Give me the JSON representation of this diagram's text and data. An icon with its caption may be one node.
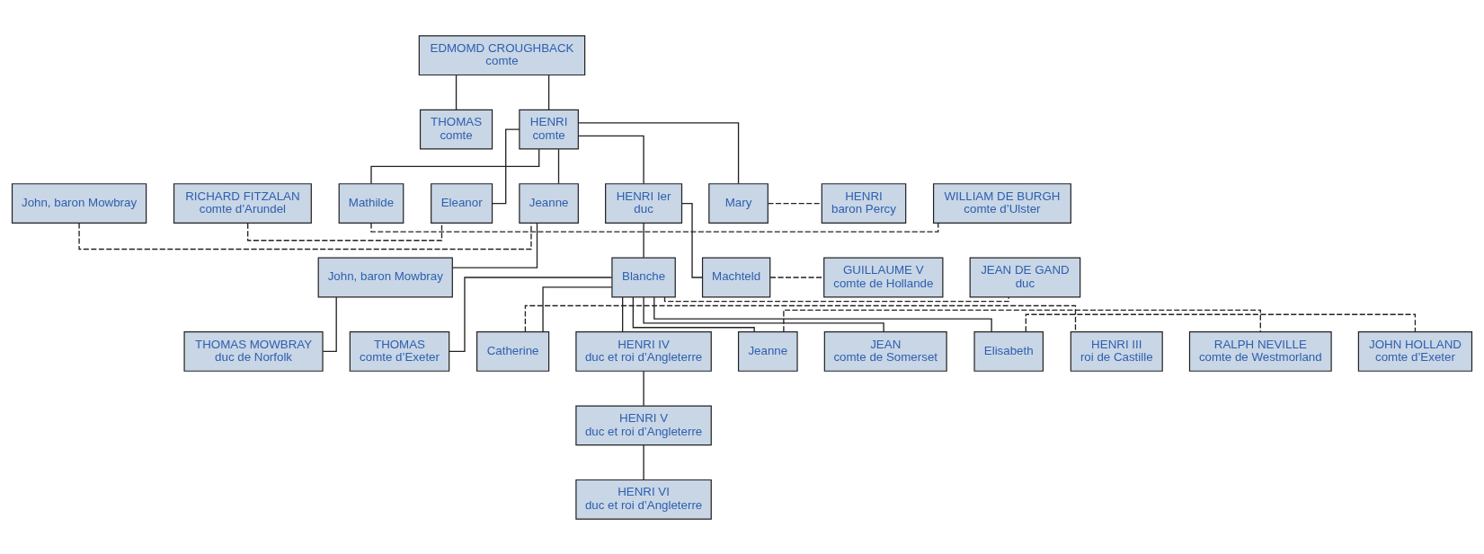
{
  "diagram": {
    "nodes": [
      {
        "text": [
          "EDMOMD CROUGHBACK",
          "comte"
        ]
      },
      {
        "text": [
          "THOMAS",
          "comte"
        ]
      },
      {
        "text": [
          "HENRI",
          "comte"
        ]
      },
      {
        "text": [
          "RICHARD FITZALAN",
          "comte d’Arundel"
        ]
      },
      {
        "text": [
          "Eleanor"
        ]
      },
      {
        "text": [
          "John, baron Mowbray"
        ]
      },
      {
        "text": [
          "Jeanne"
        ]
      },
      {
        "text": [
          "HENRI Ier",
          "duc"
        ]
      },
      {
        "text": [
          "Mathilde"
        ]
      },
      {
        "text": [
          "WILLIAM DE BURGH",
          "comte d’Ulster"
        ]
      },
      {
        "text": [
          "Mary"
        ]
      },
      {
        "text": [
          "HENRI",
          "baron Percy"
        ]
      },
      {
        "text": [
          "John, baron Mowbray"
        ]
      },
      {
        "text": [
          "Blanche"
        ]
      },
      {
        "text": [
          "JEAN DE GAND",
          "duc"
        ]
      },
      {
        "text": [
          "Machteld"
        ]
      },
      {
        "text": [
          "GUILLAUME V",
          "comte de Hollande"
        ]
      },
      {
        "text": [
          "THOMAS MOWBRAY",
          "duc de Norfolk"
        ]
      },
      {
        "text": [
          "THOMAS",
          "comte d’Exeter"
        ]
      },
      {
        "text": [
          "HENRI IV",
          "duc et roi d’Angleterre"
        ]
      },
      {
        "text": [
          "JEAN",
          "comte de Somerset"
        ]
      },
      {
        "text": [
          "Elisabeth"
        ]
      },
      {
        "text": [
          "JOHN HOLLAND",
          "comte d’Exeter"
        ]
      },
      {
        "text": [
          "Catherine"
        ]
      },
      {
        "text": [
          "HENRI III",
          "roi de Castille"
        ]
      },
      {
        "text": [
          "Jeanne"
        ]
      },
      {
        "text": [
          "RALPH NEVILLE",
          "comte de Westmorland"
        ]
      },
      {
        "text": [
          "HENRI V",
          "duc et roi d’Angleterre"
        ]
      },
      {
        "text": [
          "HENRI VI",
          "duc et roi d’Angleterre"
        ]
      }
    ],
    "edges": [
      {
        "from": 0,
        "to": 1,
        "arrow": "none"
      },
      {
        "from": 0,
        "to": 2,
        "arrow": "none"
      },
      {
        "from": 2,
        "to": 4,
        "arrow": "none"
      },
      {
        "from": 2,
        "to": 6,
        "arrow": "none"
      },
      {
        "from": 2,
        "to": 7,
        "arrow": "none"
      },
      {
        "from": 2,
        "to": 8,
        "arrow": "none"
      },
      {
        "from": 2,
        "to": 10,
        "arrow": "none"
      },
      {
        "from": 3,
        "to": 4,
        "arrow": "none",
        "style": "dashed"
      },
      {
        "from": 5,
        "to": 6,
        "arrow": "none",
        "style": "dashed"
      },
      {
        "from": 8,
        "to": 9,
        "arrow": "none",
        "style": "dashed"
      },
      {
        "from": 10,
        "to": 11,
        "arrow": "none",
        "style": "dashed"
      },
      {
        "from": 6,
        "to": 12,
        "arrow": "none"
      },
      {
        "from": 7,
        "to": 13,
        "arrow": "none"
      },
      {
        "from": 7,
        "to": 15,
        "arrow": "none"
      },
      {
        "from": 13,
        "to": 14,
        "arrow": "none",
        "style": "dashed"
      },
      {
        "from": 15,
        "to": 16,
        "arrow": "none",
        "style": "dashed"
      },
      {
        "from": 12,
        "to": 17,
        "arrow": "none"
      },
      {
        "from": 13,
        "to": 18,
        "arrow": "none"
      },
      {
        "from": 13,
        "to": 19,
        "arrow": "none"
      },
      {
        "from": 13,
        "to": 20,
        "arrow": "none"
      },
      {
        "from": 13,
        "to": 21,
        "arrow": "none"
      },
      {
        "from": 13,
        "to": 23,
        "arrow": "none"
      },
      {
        "from": 13,
        "to": 25,
        "arrow": "none"
      },
      {
        "from": 21,
        "to": 22,
        "arrow": "none",
        "style": "dashed"
      },
      {
        "from": 23,
        "to": 24,
        "arrow": "none",
        "style": "dashed"
      },
      {
        "from": 25,
        "to": 26,
        "arrow": "none",
        "style": "dashed"
      },
      {
        "from": 19,
        "to": 27,
        "arrow": "none"
      },
      {
        "from": 27,
        "to": 28,
        "arrow": "none"
      }
    ]
  }
}
